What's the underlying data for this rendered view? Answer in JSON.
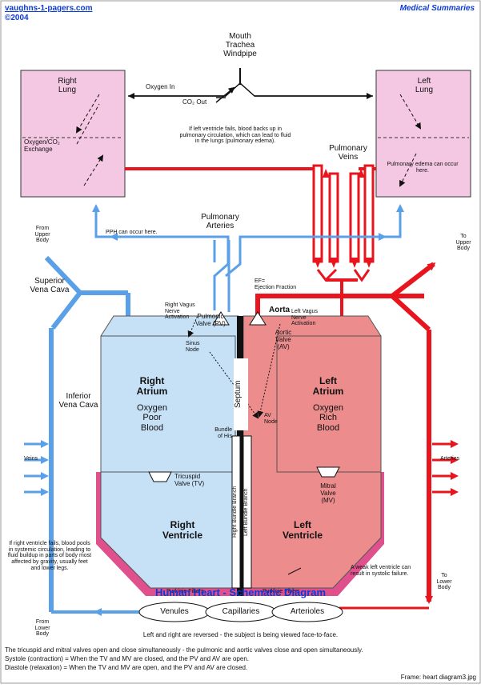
{
  "header": {
    "site": "vaughns-1-pagers.com",
    "year": "©2004",
    "category": "Medical Summaries"
  },
  "airway": {
    "line1": "Mouth",
    "line2": "Trachea",
    "line3": "Windpipe"
  },
  "oxygen_in": "Oxygen In",
  "co2_out": "CO₂ Out",
  "right_lung": {
    "line1": "Right",
    "line2": "Lung",
    "exchange1": "Oxygen/CO₂",
    "exchange2": "Exchange"
  },
  "left_lung": {
    "line1": "Left",
    "line2": "Lung",
    "note": "Pulmonary edema can occur here."
  },
  "lv_fail_note": "If left ventricle fails, blood backs up in pulmonary circulation, which can lead to fluid in the lungs (pulmonary edema).",
  "pulmonary_veins": {
    "line1": "Pulmonary",
    "line2": "Veins"
  },
  "pulmonary_arteries": {
    "line1": "Pulmonary",
    "line2": "Arteries"
  },
  "pph_note": "PPH can occur here.",
  "from_upper_body": {
    "line1": "From",
    "line2": "Upper",
    "line3": "Body"
  },
  "to_upper_body": {
    "line1": "To",
    "line2": "Upper",
    "line3": "Body"
  },
  "superior_vena_cava": {
    "line1": "Superior",
    "line2": "Vena Cava"
  },
  "inferior_vena_cava": {
    "line1": "Inferior",
    "line2": "Vena Cava"
  },
  "ef": {
    "line1": "EF=",
    "line2": "Ejection Fraction"
  },
  "aorta": "Aorta",
  "right_vagus": {
    "line1": "Right Vagus",
    "line2": "Nerve",
    "line3": "Activation"
  },
  "left_vagus": {
    "line1": "Left Vagus",
    "line2": "Nerve",
    "line3": "Activation"
  },
  "pulmonic_valve": {
    "line1": "Pulmonic",
    "line2": "Valve (PV)"
  },
  "aortic_valve": {
    "line1": "Aortic",
    "line2": "Valve",
    "line3": "(AV)"
  },
  "sinus_node": {
    "line1": "Sinus",
    "line2": "Node"
  },
  "septum": "Septum",
  "av_node": {
    "line1": "AV",
    "line2": "Node"
  },
  "bundle_of_his": {
    "line1": "Bundle",
    "line2": "of His"
  },
  "right_atrium": {
    "line1": "Right",
    "line2": "Atrium",
    "line3": "Oxygen",
    "line4": "Poor",
    "line5": "Blood"
  },
  "left_atrium": {
    "line1": "Left",
    "line2": "Atrium",
    "line3": "Oxygen",
    "line4": "Rich",
    "line5": "Blood"
  },
  "tricuspid_valve": {
    "line1": "Tricuspid",
    "line2": "Valve (TV)"
  },
  "mitral_valve": {
    "line1": "Mitral",
    "line2": "Valve",
    "line3": "(MV)"
  },
  "right_ventricle": {
    "line1": "Right",
    "line2": "Ventricle"
  },
  "left_ventricle": {
    "line1": "Left",
    "line2": "Ventricle"
  },
  "right_bundle_branch": "Right Bundle Branch",
  "left_bundle_branch": "Left Bundle Branch",
  "purkinje_left": "Purkinje Fibers",
  "purkinje_right": "Purkinje Fibers",
  "veins": "Veins",
  "arteries": "Arteries",
  "rv_fail_note": "If right ventricle fails, blood pools in systemic circulation, leading to fluid buildup in parts of body most affected by gravity, usually feet and lower legs.",
  "lv_weak_note": "A weak left ventricle can result in systolic failure.",
  "from_lower_body": {
    "line1": "From",
    "line2": "Lower",
    "line3": "Body"
  },
  "to_lower_body": {
    "line1": "To",
    "line2": "Lower",
    "line3": "Body"
  },
  "title": "Human Heart - Schematic Diagram",
  "venules": "Venules",
  "capillaries": "Capillaries",
  "arterioles": "Arterioles",
  "reversed_note": "Left and right are reversed - the subject is being viewed face-to-face.",
  "footer": {
    "line1": "The tricuspid and mitral valves open and close simultaneously - the pulmonic and aortic valves close and open simultaneously.",
    "line2": "Systole (contraction) = When the TV and MV are closed, and the PV and AV are open.",
    "line3": "Diastole (relaxation) = When the TV and MV are open, and the PV and AV are closed.",
    "frame": "Frame: heart diagram3.jpg"
  },
  "colors": {
    "blue": "#5aa0e8",
    "red": "#e8141e",
    "lung_pink": "#f4c8e2",
    "right_heart": "#c6e0f6",
    "left_heart": "#ec8c8c",
    "purkinje": "#e0508c"
  }
}
